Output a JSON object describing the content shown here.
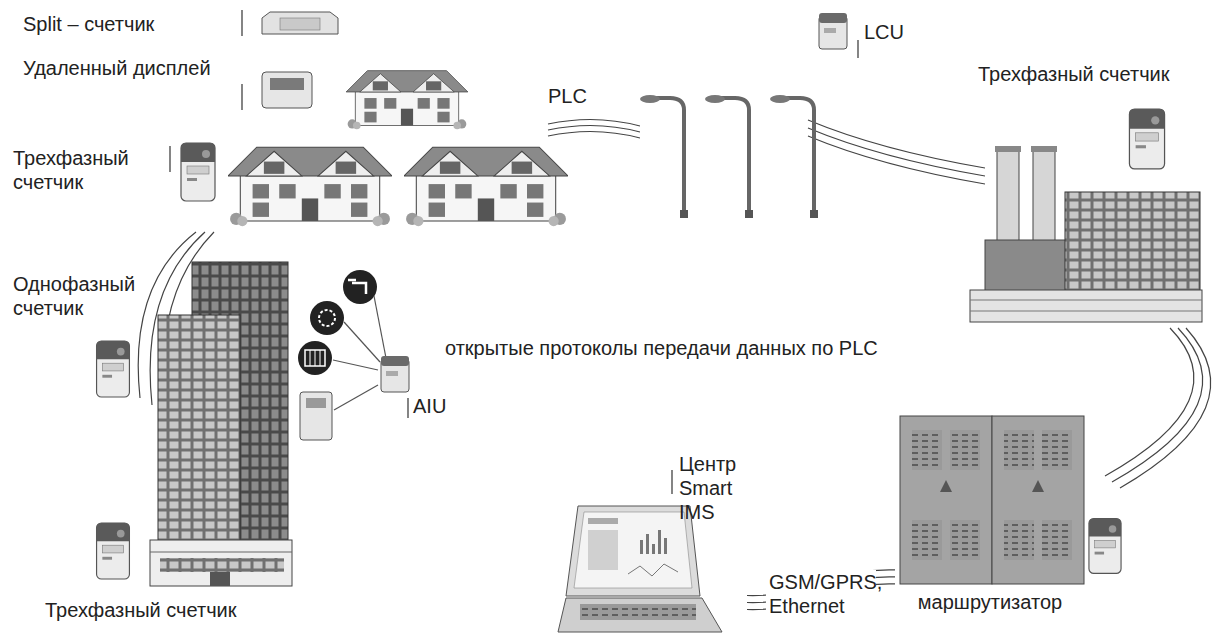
{
  "diagram": {
    "nodes": [
      {
        "text": [
          "AIU"
        ]
      },
      {
        "text": [
          "маршрутизатор"
        ]
      },
      {
        "text": [
          "Центр Smart IMS"
        ]
      }
    ],
    "edges": [
      {
        "from": 1,
        "to": 2,
        "arrow": "none",
        "label": "GSM/GPRS, Ethernet"
      }
    ],
    "labels": [
      "Split – счетчик",
      "Удаленный дисплей",
      "Трехфазный счетчик",
      "Однофазный счетчик",
      "Трехфазный счетчик",
      "PLC",
      "LCU",
      "Трехфазный счетчик",
      "открытые протоколы передачи данных по PLC"
    ]
  }
}
